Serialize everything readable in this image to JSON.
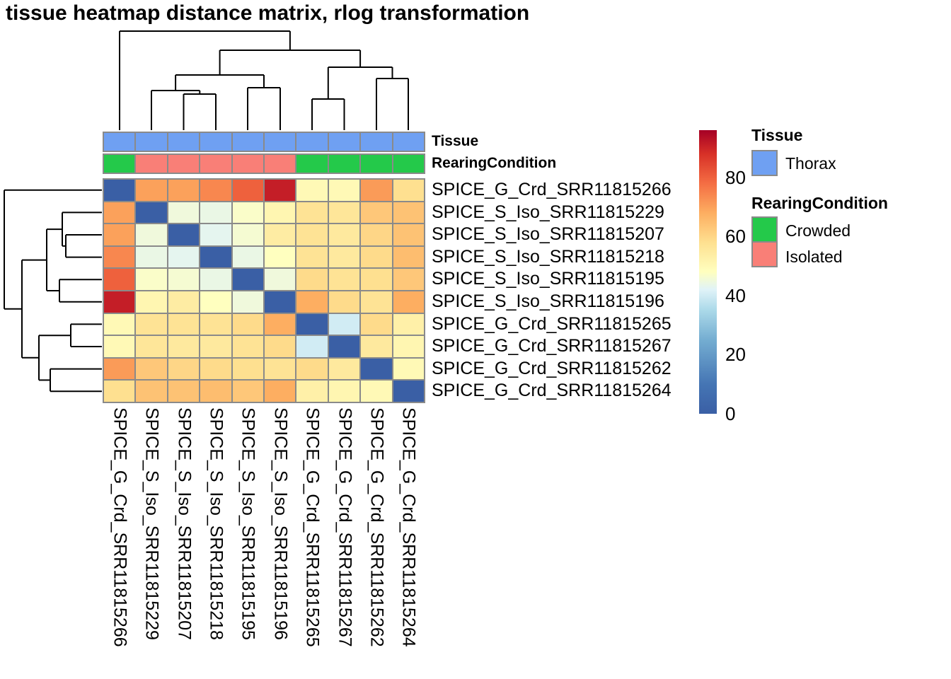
{
  "title": "tissue heatmap distance matrix, rlog transformation",
  "annotation_rows": {
    "tissue": {
      "label": "Tissue"
    },
    "rearing": {
      "label": "RearingCondition"
    }
  },
  "legend": {
    "tissue": {
      "title": "Tissue",
      "items": [
        {
          "label": "Thorax",
          "color": "#6FA0F2"
        }
      ]
    },
    "rearing": {
      "title": "RearingCondition",
      "items": [
        {
          "label": "Crowded",
          "color": "#24C94A"
        },
        {
          "label": "Isolated",
          "color": "#F97F77"
        }
      ]
    },
    "colorbar_ticks": [
      0,
      20,
      40,
      60,
      80
    ]
  },
  "colors": {
    "annotation": {
      "Thorax": "#6FA0F2",
      "Crowded": "#24C94A",
      "Isolated": "#F97F77"
    },
    "grid_border": "#8A8A8A",
    "dendrogram": "#000000",
    "background": "#FFFFFF",
    "text": "#000000"
  },
  "chart_data": {
    "type": "heatmap",
    "title": "tissue heatmap distance matrix, rlog transformation",
    "samples": [
      "SPICE_G_Crd_SRR11815266",
      "SPICE_S_Iso_SRR11815229",
      "SPICE_S_Iso_SRR11815207",
      "SPICE_S_Iso_SRR11815218",
      "SPICE_S_Iso_SRR11815195",
      "SPICE_S_Iso_SRR11815196",
      "SPICE_G_Crd_SRR11815265",
      "SPICE_G_Crd_SRR11815267",
      "SPICE_G_Crd_SRR11815262",
      "SPICE_G_Crd_SRR11815264"
    ],
    "matrix": [
      [
        0,
        70,
        70,
        74,
        80,
        91,
        50,
        50,
        71,
        58
      ],
      [
        70,
        0,
        45,
        44,
        47,
        51,
        57,
        56,
        63,
        64
      ],
      [
        70,
        45,
        0,
        43,
        46,
        54,
        57,
        55,
        60,
        64
      ],
      [
        74,
        44,
        43,
        0,
        44,
        48,
        57,
        55,
        59,
        65
      ],
      [
        80,
        47,
        46,
        44,
        0,
        45,
        59,
        57,
        58,
        63
      ],
      [
        91,
        51,
        54,
        48,
        45,
        0,
        68,
        59,
        57,
        68
      ],
      [
        50,
        57,
        57,
        57,
        59,
        68,
        0,
        40,
        59,
        53
      ],
      [
        50,
        56,
        55,
        55,
        57,
        59,
        40,
        0,
        55,
        51
      ],
      [
        71,
        63,
        60,
        59,
        58,
        57,
        59,
        55,
        0,
        50
      ],
      [
        58,
        64,
        64,
        65,
        63,
        68,
        53,
        51,
        50,
        0
      ]
    ],
    "value_scale": {
      "min": 0,
      "max": 96,
      "ticks": [
        0,
        20,
        40,
        60,
        80
      ]
    },
    "colormap_stops": [
      [
        0,
        "#3A5FA5"
      ],
      [
        10,
        "#4575B4"
      ],
      [
        25,
        "#74ADD1"
      ],
      [
        35,
        "#ABD9E9"
      ],
      [
        42,
        "#E0F3F8"
      ],
      [
        48,
        "#FFFFBF"
      ],
      [
        58,
        "#FEE090"
      ],
      [
        68,
        "#FDAE61"
      ],
      [
        78,
        "#F46D43"
      ],
      [
        88,
        "#D73027"
      ],
      [
        96,
        "#A50026"
      ]
    ],
    "col_annotations": {
      "Tissue": [
        "Thorax",
        "Thorax",
        "Thorax",
        "Thorax",
        "Thorax",
        "Thorax",
        "Thorax",
        "Thorax",
        "Thorax",
        "Thorax"
      ],
      "RearingCondition": [
        "Crowded",
        "Isolated",
        "Isolated",
        "Isolated",
        "Isolated",
        "Isolated",
        "Crowded",
        "Crowded",
        "Crowded",
        "Crowded"
      ]
    },
    "dendrogram_top_segments": [
      [
        169,
        44,
        169,
        184
      ],
      [
        214,
        128,
        214,
        184
      ],
      [
        259.5,
        133,
        259.5,
        184
      ],
      [
        305,
        133,
        305,
        184
      ],
      [
        350,
        124,
        350,
        184
      ],
      [
        396,
        124,
        396,
        184
      ],
      [
        441,
        140,
        441,
        184
      ],
      [
        486.5,
        140,
        486.5,
        184
      ],
      [
        532,
        111,
        532,
        184
      ],
      [
        577,
        111,
        577,
        184
      ],
      [
        259.5,
        133,
        305,
        133
      ],
      [
        282.3,
        133,
        282.3,
        128
      ],
      [
        214,
        128,
        282.3,
        128
      ],
      [
        350,
        124,
        396,
        124
      ],
      [
        248.1,
        128,
        248.1,
        106
      ],
      [
        373,
        124,
        373,
        106
      ],
      [
        248.1,
        106,
        373,
        106
      ],
      [
        441,
        140,
        486.5,
        140
      ],
      [
        532,
        111,
        577,
        111
      ],
      [
        463.8,
        140,
        463.8,
        95
      ],
      [
        554.5,
        111,
        554.5,
        95
      ],
      [
        463.8,
        95,
        554.5,
        95
      ],
      [
        310.6,
        106,
        310.6,
        71
      ],
      [
        509.1,
        95,
        509.1,
        71
      ],
      [
        310.6,
        71,
        509.1,
        71
      ],
      [
        409.9,
        71,
        409.9,
        44
      ],
      [
        169,
        44,
        409.9,
        44
      ]
    ],
    "dendrogram_left_segments": [
      [
        6,
        268.8,
        144,
        268.8
      ],
      [
        88,
        300.4,
        144,
        300.4
      ],
      [
        93,
        332,
        144,
        332
      ],
      [
        93,
        363.6,
        144,
        363.6
      ],
      [
        84,
        395.2,
        144,
        395.2
      ],
      [
        84,
        426.8,
        144,
        426.8
      ],
      [
        100,
        458.4,
        144,
        458.4
      ],
      [
        100,
        490,
        144,
        490
      ],
      [
        71,
        521.6,
        144,
        521.6
      ],
      [
        71,
        553.2,
        144,
        553.2
      ],
      [
        93,
        332,
        93,
        363.6
      ],
      [
        93,
        347.8,
        88,
        347.8
      ],
      [
        88,
        300.4,
        88,
        347.8
      ],
      [
        84,
        395.2,
        84,
        426.8
      ],
      [
        88,
        324.1,
        66,
        324.1
      ],
      [
        84,
        411,
        66,
        411
      ],
      [
        66,
        324.1,
        66,
        411
      ],
      [
        100,
        458.4,
        100,
        490
      ],
      [
        71,
        521.6,
        71,
        553.2
      ],
      [
        100,
        474.2,
        55,
        474.2
      ],
      [
        71,
        537.4,
        55,
        537.4
      ],
      [
        55,
        474.2,
        55,
        537.4
      ],
      [
        66,
        367.6,
        31,
        367.6
      ],
      [
        55,
        505.8,
        31,
        505.8
      ],
      [
        31,
        367.6,
        31,
        505.8
      ],
      [
        31,
        436.7,
        6,
        436.7
      ],
      [
        6,
        268.8,
        6,
        436.7
      ]
    ]
  }
}
